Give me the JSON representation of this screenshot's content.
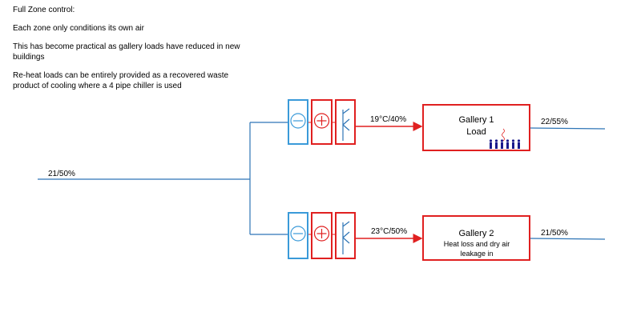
{
  "notes": [
    "Full Zone control:",
    "Each zone only conditions its own air",
    "This has become practical as gallery loads have reduced in new buildings",
    "Re-heat loads can be entirely provided as a recovered waste product of cooling where a 4 pipe chiller is used"
  ],
  "inlet": {
    "label": "21/50%"
  },
  "zones": [
    {
      "supply_label": "19°C/40%",
      "gallery_title": "Gallery 1",
      "gallery_subtitle": "Load",
      "outlet_label": "22/55%"
    },
    {
      "supply_label": "23°C/50%",
      "gallery_title": "Gallery 2",
      "gallery_subtitle": "Heat loss and dry air leakage in",
      "outlet_label": "21/50%"
    }
  ],
  "colors": {
    "cooling": "#3a9ad9",
    "heating": "#e02020",
    "duct": "#2e75b6",
    "people": "#1a1a8c"
  }
}
